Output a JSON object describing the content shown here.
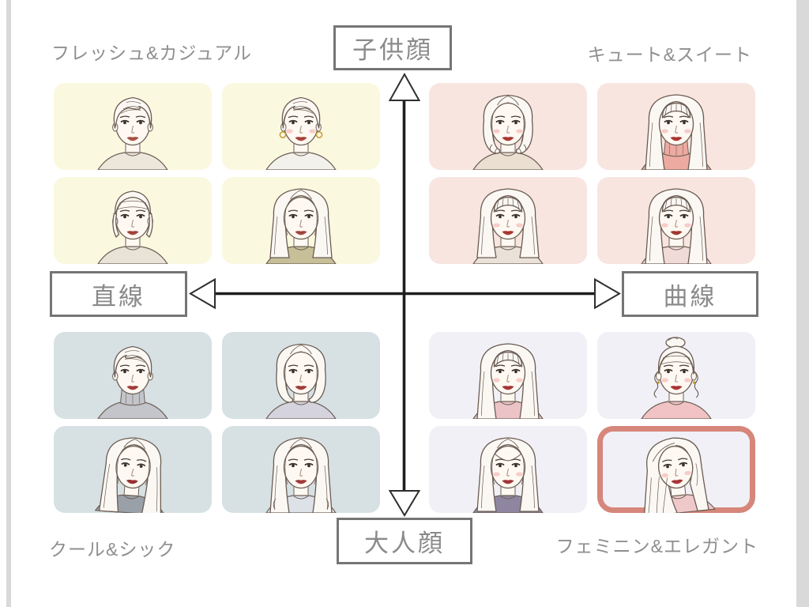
{
  "axis": {
    "top": "子供顔",
    "bottom": "大人顔",
    "left": "直線",
    "right": "曲線"
  },
  "quadrants": [
    {
      "id": "fresh-casual",
      "label": "フレッシュ&カジュアル",
      "position": "top-left",
      "card_color": "#fbf8e0",
      "cards": [
        {
          "desc": "short pixie cut",
          "hair": "pixie",
          "top": "#ece7da",
          "lip": "#b05a4e"
        },
        {
          "desc": "short bob with gold hoop earrings",
          "hair": "pixie",
          "flip": true,
          "earring": "hoops",
          "blush": true,
          "top": "#f3f1ec",
          "lip": "#b0473f"
        },
        {
          "desc": "slicked back short hair",
          "hair": "slick",
          "top": "#e9e2d6",
          "lip": "#a84b44"
        },
        {
          "desc": "straight medium hair",
          "hair": "long",
          "len": 102,
          "top": "#c6bf97",
          "lip": "#a84b44"
        }
      ]
    },
    {
      "id": "cute-sweet",
      "label": "キュート&スイート",
      "position": "top-right",
      "card_color": "#f8e5e0",
      "cards": [
        {
          "desc": "wavy bob centre part",
          "hair": "bob",
          "wave": true,
          "blush": true,
          "top": "#eadfd0",
          "lip": "#b23a34"
        },
        {
          "desc": "long hair with full bangs, red high-neck top",
          "hair": "longBangs",
          "highneck": true,
          "blush": true,
          "top": "#edaaa1",
          "lip": "#b23a34"
        },
        {
          "desc": "mid-length hair with bangs",
          "hair": "longBangs",
          "len": 102,
          "blush": true,
          "top": "#eae2d8",
          "lip": "#b23a34"
        },
        {
          "desc": "long hair with bangs",
          "hair": "longBangs",
          "blush": true,
          "top": "#f0dbd8",
          "lip": "#a93a35"
        }
      ]
    },
    {
      "id": "cool-chic",
      "label": "クール&シック",
      "position": "bottom-left",
      "card_color": "#d7e1e4",
      "cards": [
        {
          "desc": "short side-swept hair, grey turtleneck",
          "hair": "pixie",
          "flip": true,
          "highneck": true,
          "top": "#c3c5ca",
          "lip": "#a8403e"
        },
        {
          "desc": "chin-length bob",
          "hair": "bob",
          "top": "#d5d3dd",
          "lip": "#a8403e"
        },
        {
          "desc": "long straight hair, slight turn",
          "hair": "long",
          "len": 110,
          "tilt": 4,
          "top": "#9aa0a8",
          "lip": "#9c3336"
        },
        {
          "desc": "long hair centre part",
          "hair": "long",
          "len": 110,
          "wave": true,
          "top": "#dde1e8",
          "lip": "#a8403e"
        }
      ]
    },
    {
      "id": "feminine-elegant",
      "label": "フェミニン&エレガント",
      "position": "bottom-right",
      "card_color": "#f1f0f6",
      "cards": [
        {
          "desc": "long hair with soft bangs",
          "hair": "longBangs",
          "len": 110,
          "blush": true,
          "top": "#ecc3c7",
          "lip": "#b0383a"
        },
        {
          "desc": "curly updo with side ringlets",
          "hair": "updo",
          "earring": "drop",
          "blush": true,
          "top": "#f1c3c5",
          "lip": "#b0383a"
        },
        {
          "desc": "long hair half-up",
          "hair": "halfup",
          "len": 108,
          "blush": true,
          "top": "#8e86a0",
          "lip": "#a93a3c"
        },
        {
          "desc": "long side-swept wavy hair (selected)",
          "hair": "sideSweep",
          "tilt": -6,
          "blush": true,
          "top": "#efc8ca",
          "lip": "#b0383a",
          "highlighted": true
        }
      ]
    }
  ],
  "highlight": {
    "border_color": "#d6867a"
  },
  "colors": {
    "axis_line": "#1e1e1e",
    "arrow_outline": "#2e2e2e",
    "box_border": "#757575",
    "box_text": "#8a8a8a",
    "label_text": "#8f8f8f",
    "edge_strip": "#d9d9d9",
    "card_yellow": "#fbf8e0",
    "card_pink": "#f8e5e0",
    "card_bluegray": "#d7e1e4",
    "card_lavender": "#f1f0f6",
    "highlight_border": "#d6867a"
  }
}
